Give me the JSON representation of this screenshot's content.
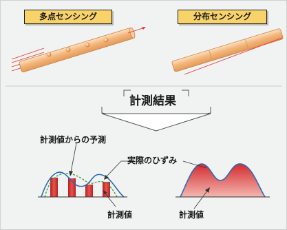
{
  "labels": {
    "multipoint": "多点センシング",
    "distributed": "分布センシング"
  },
  "diagram": {
    "result": "計測結果",
    "predicted_from_measurements": "計測値からの予測",
    "actual_strain": "実際のひずみ",
    "measured_value_left": "計測値",
    "measured_value_right": "計測値"
  },
  "colors": {
    "label_fill": "#f7d36a",
    "fiber_fill": "#f5c08e",
    "laser": "#e8312f",
    "measured_bar": "#d23030",
    "actual_curve": "#2a6bb3",
    "predicted_curve": "#3a9b3a"
  }
}
